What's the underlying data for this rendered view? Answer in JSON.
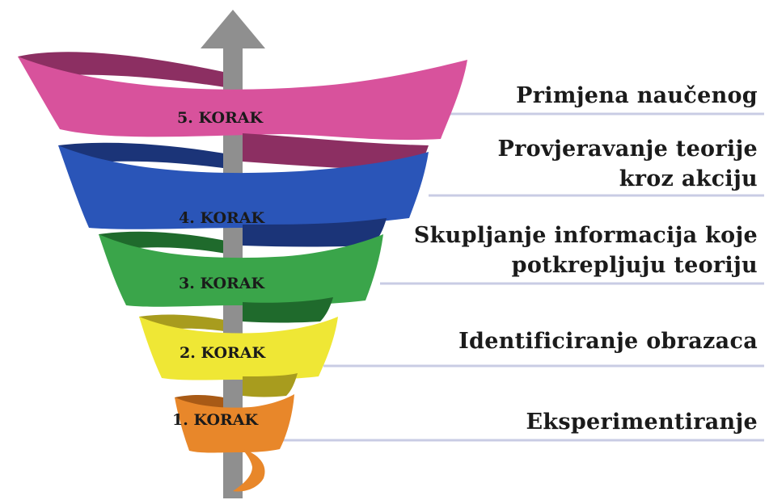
{
  "steps": [
    {
      "label": "5. KORAK",
      "description": [
        "Primjena naučenog"
      ],
      "color": "#d8529c",
      "back_color": "#8c2f62"
    },
    {
      "label": "4. KORAK",
      "description": [
        "Provjeravanje teorije",
        "kroz akciju"
      ],
      "color": "#2a55b8",
      "back_color": "#1b3478"
    },
    {
      "label": "3. KORAK",
      "description": [
        "Skupljanje informacija koje",
        "potkrepljuju teoriju"
      ],
      "color": "#3aa54a",
      "back_color": "#1f6a2c"
    },
    {
      "label": "2. KORAK",
      "description": [
        "Identificiranje obrazaca"
      ],
      "color": "#efe735",
      "back_color": "#a89c1e"
    },
    {
      "label": "1. KORAK",
      "description": [
        "Eksperimentiranje"
      ],
      "color": "#e8872a",
      "back_color": "#a85a16"
    }
  ],
  "colors": {
    "arrow": "#8f8f8f",
    "divider_line": "#c9cce4"
  }
}
